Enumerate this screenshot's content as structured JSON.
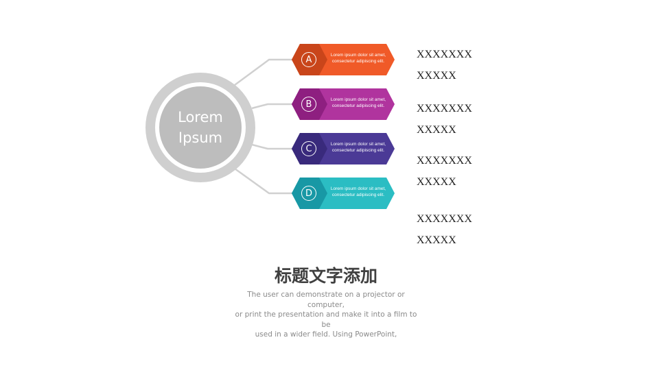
{
  "hub": {
    "line1": "Lorem",
    "line2": "Ipsum",
    "outer_color": "#cfcfcf",
    "inner_color": "#bdbdbd"
  },
  "items": [
    {
      "letter": "A",
      "desc1": "Lorem ipsum dolor sit amet,",
      "desc2": "consectetur adipiscing elit.",
      "color": "#f05a28",
      "dark": "#c9451a",
      "note1": "XXXXXXX",
      "note2": "XXXXX"
    },
    {
      "letter": "B",
      "desc1": "Lorem ipsum dolor sit amet,",
      "desc2": "consectetur adipiscing elit.",
      "color": "#b0349e",
      "dark": "#8e1f80",
      "note1": "XXXXXXX",
      "note2": "XXXXX"
    },
    {
      "letter": "C",
      "desc1": "Lorem ipsum dolor sit amet,",
      "desc2": "consectetur adipiscing elit.",
      "color": "#4b3a96",
      "dark": "#392a7c",
      "note1": "XXXXXXX",
      "note2": "XXXXX"
    },
    {
      "letter": "D",
      "desc1": "Lorem ipsum dolor sit amet,",
      "desc2": "consectetur adipiscing elit.",
      "color": "#2bbdc3",
      "dark": "#1898a5",
      "note1": "XXXXXXX",
      "note2": "XXXXX"
    }
  ],
  "title": "标题文字添加",
  "body": {
    "line1": "The user can demonstrate on a projector or computer,",
    "line2": "or print the presentation and make it into a film to be",
    "line3": "used in a wider field. Using PowerPoint,"
  }
}
